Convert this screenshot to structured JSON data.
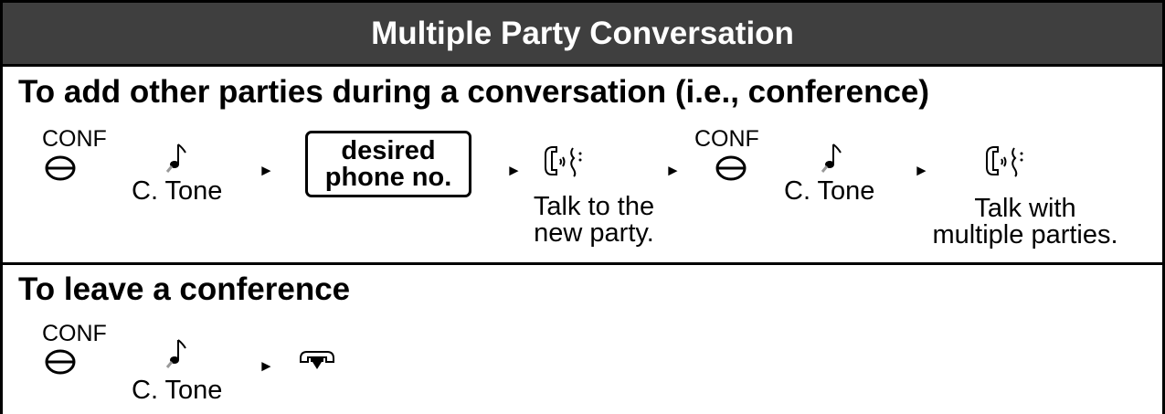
{
  "header": {
    "title": "Multiple Party Conversation"
  },
  "section_add": {
    "title": "To add other parties during a conversation (i.e., conference)",
    "steps": [
      {
        "icon": "conf-button-icon",
        "label": "CONF"
      },
      {
        "icon": "confirmation-tone-icon",
        "label": "C. Tone"
      },
      {
        "icon": "arrow-right-icon"
      },
      {
        "icon": "dial-box",
        "label_line1": "desired",
        "label_line2": "phone no."
      },
      {
        "icon": "arrow-right-icon"
      },
      {
        "icon": "talk-icon",
        "label_line1": "Talk to the",
        "label_line2": "new party."
      },
      {
        "icon": "arrow-right-icon"
      },
      {
        "icon": "conf-button-icon",
        "label": "CONF"
      },
      {
        "icon": "confirmation-tone-icon",
        "label": "C. Tone"
      },
      {
        "icon": "arrow-right-icon"
      },
      {
        "icon": "talk-icon",
        "label_line1": "Talk with",
        "label_line2": "multiple parties."
      }
    ]
  },
  "section_leave": {
    "title": "To leave a conference",
    "steps": [
      {
        "icon": "conf-button-icon",
        "label": "CONF"
      },
      {
        "icon": "confirmation-tone-icon",
        "label": "C. Tone"
      },
      {
        "icon": "arrow-right-icon"
      },
      {
        "icon": "hang-up-icon"
      }
    ]
  }
}
